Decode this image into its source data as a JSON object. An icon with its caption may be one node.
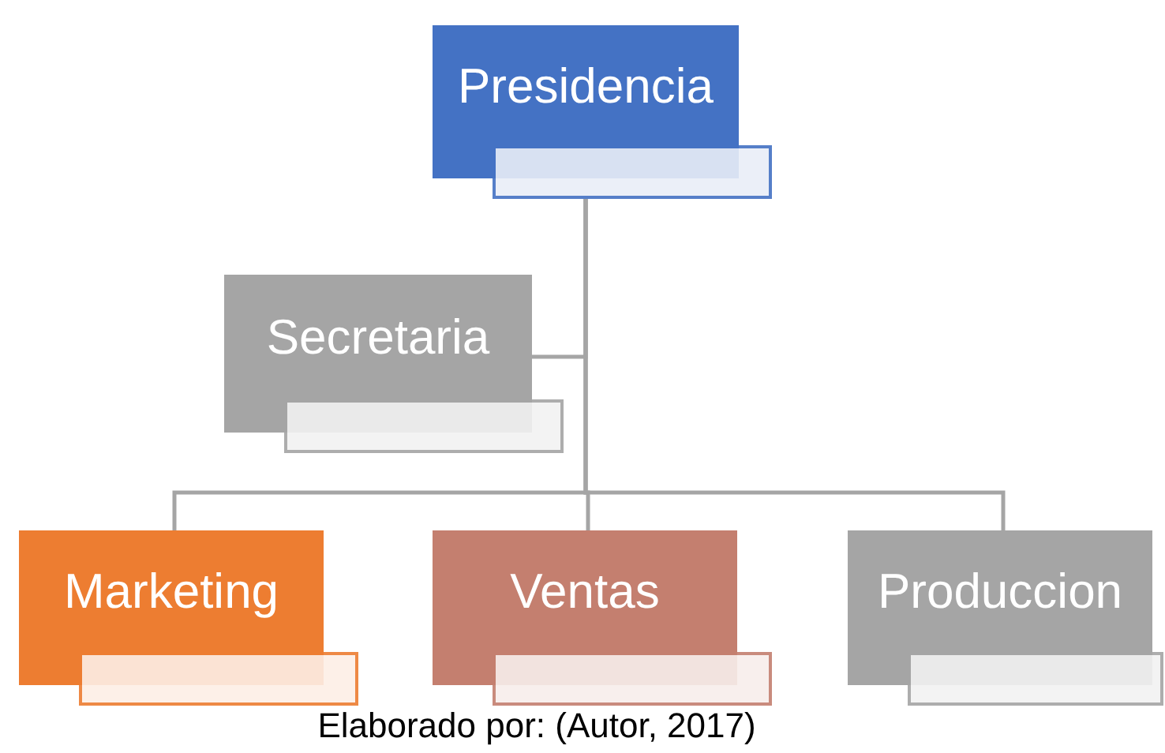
{
  "diagram": {
    "caption": "Elaborado por: (Autor, 2017)",
    "nodes": [
      {
        "text": [
          "Presidencia"
        ]
      },
      {
        "text": [],
        "shape": "box"
      },
      {
        "text": [
          "Secretaria"
        ]
      },
      {
        "text": [],
        "shape": "box"
      },
      {
        "text": [
          "Marketing"
        ]
      },
      {
        "text": [],
        "shape": "box"
      },
      {
        "text": [
          "Ventas"
        ]
      },
      {
        "text": [],
        "shape": "box"
      },
      {
        "text": [
          "Produccion"
        ]
      },
      {
        "text": [],
        "shape": "box"
      }
    ],
    "edges": [
      {
        "from": 1,
        "to": 2,
        "arrow": "none"
      },
      {
        "from": 1,
        "to": 4,
        "arrow": "none"
      },
      {
        "from": 1,
        "to": 6,
        "arrow": "none"
      },
      {
        "from": 1,
        "to": 8,
        "arrow": "none"
      }
    ]
  }
}
